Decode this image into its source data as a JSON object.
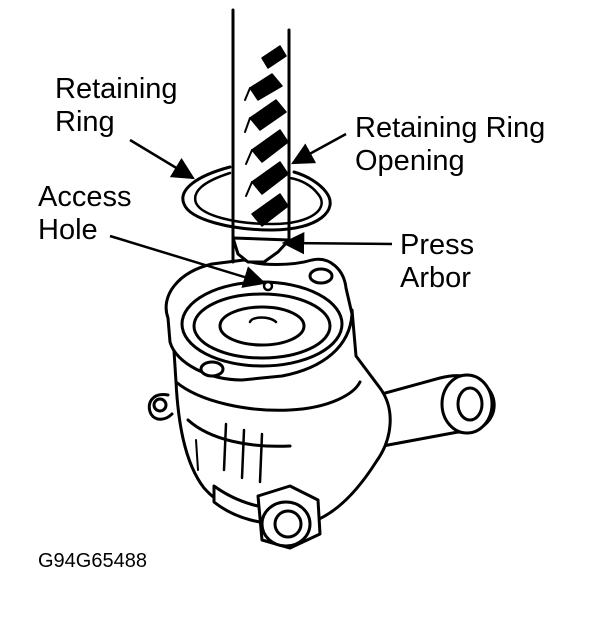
{
  "labels": {
    "retaining_ring": [
      "Retaining",
      "Ring"
    ],
    "retaining_ring_opening": [
      "Retaining Ring",
      "Opening"
    ],
    "access_hole": [
      "Access",
      "Hole"
    ],
    "press_arbor": [
      "Press",
      "Arbor"
    ]
  },
  "figure_code": "G94G65488",
  "colors": {
    "ink": "#000000",
    "paper": "#ffffff"
  }
}
